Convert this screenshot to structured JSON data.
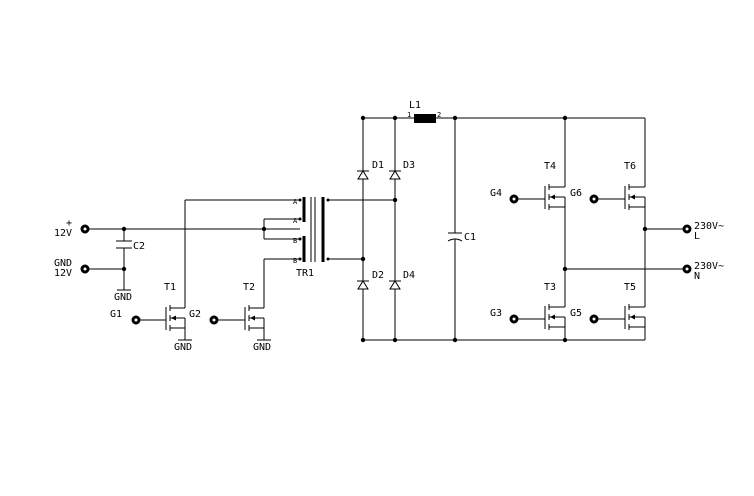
{
  "labels": {
    "plus": "+",
    "v12_top": "12V",
    "gnd_in": "GND",
    "v12_bottom": "12V",
    "c2": "C2",
    "gnd_c2": "GND",
    "t1": "T1",
    "t2": "T2",
    "g1": "G1",
    "g2": "G2",
    "gnd_t1": "GND",
    "gnd_t2": "GND",
    "tr1": "TR1",
    "tr_pin_a1": "A",
    "tr_pin_a2": "A",
    "tr_pin_b1": "B",
    "tr_pin_b2": "B",
    "d1": "D1",
    "d2": "D2",
    "d3": "D3",
    "d4": "D4",
    "l1": "L1",
    "l1_pin1": "1",
    "l1_pin2": "2",
    "c1": "C1",
    "t3": "T3",
    "t4": "T4",
    "t5": "T5",
    "t6": "T6",
    "g3": "G3",
    "g4": "G4",
    "g5": "G5",
    "g6": "G6",
    "out_l_v": "230V~",
    "out_l": "L",
    "out_n_v": "230V~",
    "out_n": "N"
  }
}
